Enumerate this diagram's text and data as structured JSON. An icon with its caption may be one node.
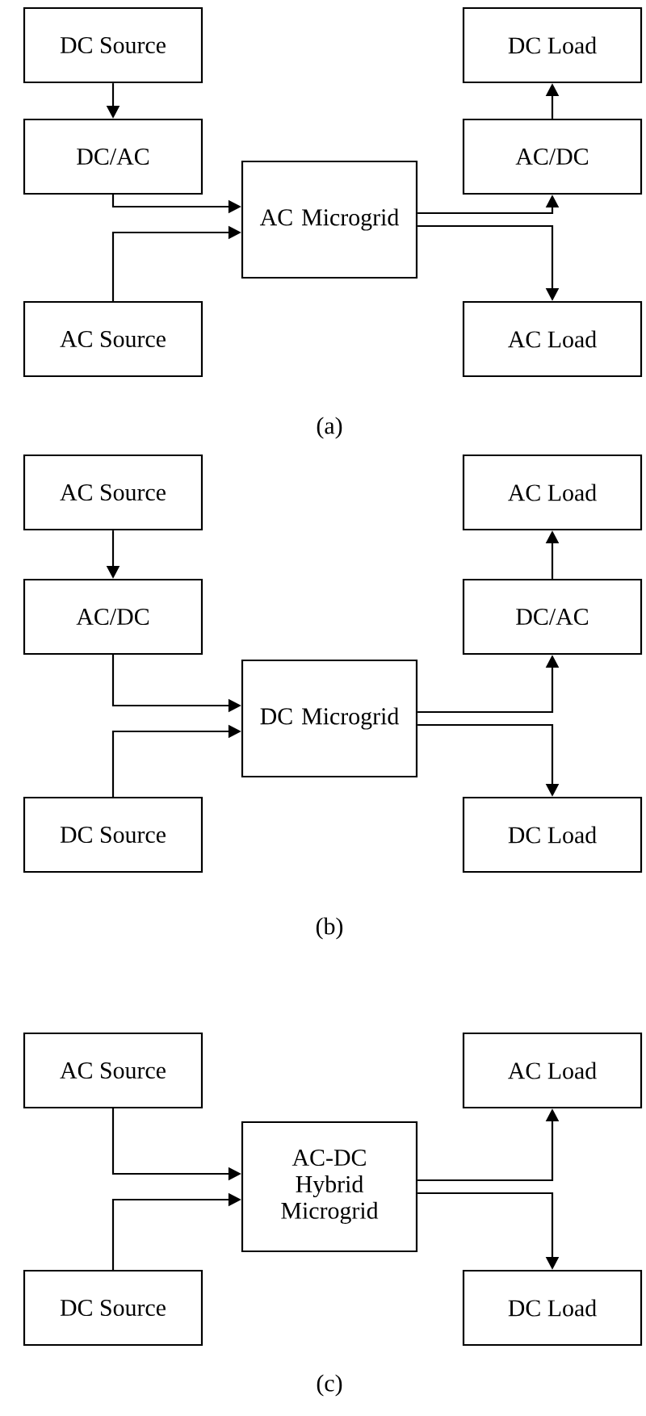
{
  "diagram": {
    "nodes": [
      {
        "text": [
          "DC Source"
        ]
      },
      {
        "text": [
          "DC/AC"
        ]
      },
      {
        "text": [
          "AC Microgrid"
        ]
      },
      {
        "text": [
          "DC Load"
        ]
      },
      {
        "text": [
          "AC/DC"
        ]
      },
      {
        "text": [
          "AC Source"
        ]
      },
      {
        "text": [
          "AC Load"
        ]
      },
      {
        "text": [
          "AC Source"
        ]
      },
      {
        "text": [
          "AC/DC"
        ]
      },
      {
        "text": [
          "DC Microgrid"
        ]
      },
      {
        "text": [
          "AC Load"
        ]
      },
      {
        "text": [
          "DC/AC"
        ]
      },
      {
        "text": [
          "DC Source"
        ]
      },
      {
        "text": [
          "DC Load"
        ]
      },
      {
        "text": [
          "AC Source"
        ]
      },
      {
        "text": [
          "AC-DC Hybrid Microgrid"
        ]
      },
      {
        "text": [
          "AC Load"
        ]
      },
      {
        "text": [
          "DC Source"
        ]
      },
      {
        "text": [
          "DC Load"
        ]
      }
    ],
    "edges": [
      {
        "from": 0,
        "to": 1,
        "arrow": "to"
      },
      {
        "from": 1,
        "to": 2,
        "arrow": "to"
      },
      {
        "from": 5,
        "to": 2,
        "arrow": "to"
      },
      {
        "from": 2,
        "to": 4,
        "arrow": "to"
      },
      {
        "from": 4,
        "to": 3,
        "arrow": "to"
      },
      {
        "from": 2,
        "to": 6,
        "arrow": "to"
      },
      {
        "from": 7,
        "to": 8,
        "arrow": "to"
      },
      {
        "from": 8,
        "to": 9,
        "arrow": "to"
      },
      {
        "from": 12,
        "to": 9,
        "arrow": "to"
      },
      {
        "from": 9,
        "to": 11,
        "arrow": "to"
      },
      {
        "from": 11,
        "to": 10,
        "arrow": "to"
      },
      {
        "from": 9,
        "to": 13,
        "arrow": "to"
      },
      {
        "from": 14,
        "to": 15,
        "arrow": "to"
      },
      {
        "from": 17,
        "to": 15,
        "arrow": "to"
      },
      {
        "from": 15,
        "to": 16,
        "arrow": "to"
      },
      {
        "from": 15,
        "to": 18,
        "arrow": "to"
      }
    ],
    "labels": [
      "(a)",
      "(b)",
      "(c)"
    ]
  }
}
